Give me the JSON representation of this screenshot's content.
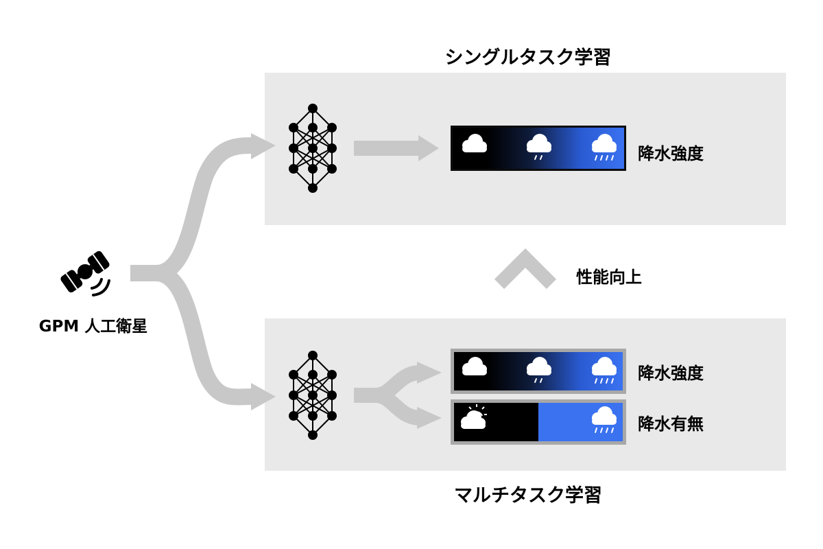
{
  "satellite": {
    "label": "GPM 人工衛星",
    "icon": "satellite-icon"
  },
  "single_task": {
    "title": "シングルタスク学習",
    "output_label": "降水強度",
    "icons": [
      "cloud-icon",
      "light-rain-cloud-icon",
      "heavy-rain-cloud-icon"
    ]
  },
  "multi_task": {
    "title": "マルチタスク学習",
    "outputs": [
      {
        "label": "降水強度",
        "icons": [
          "cloud-icon",
          "light-rain-cloud-icon",
          "heavy-rain-cloud-icon"
        ]
      },
      {
        "label": "降水有無",
        "icons": [
          "partly-sunny-cloud-icon",
          "heavy-rain-cloud-icon"
        ]
      }
    ]
  },
  "improvement_label": "性能向上",
  "colors": {
    "panel": "#e9e9e9",
    "arrow": "#c8c8c8",
    "rain_blue": "#3a72f0",
    "bar_border_multi": "#a8a8a8"
  }
}
